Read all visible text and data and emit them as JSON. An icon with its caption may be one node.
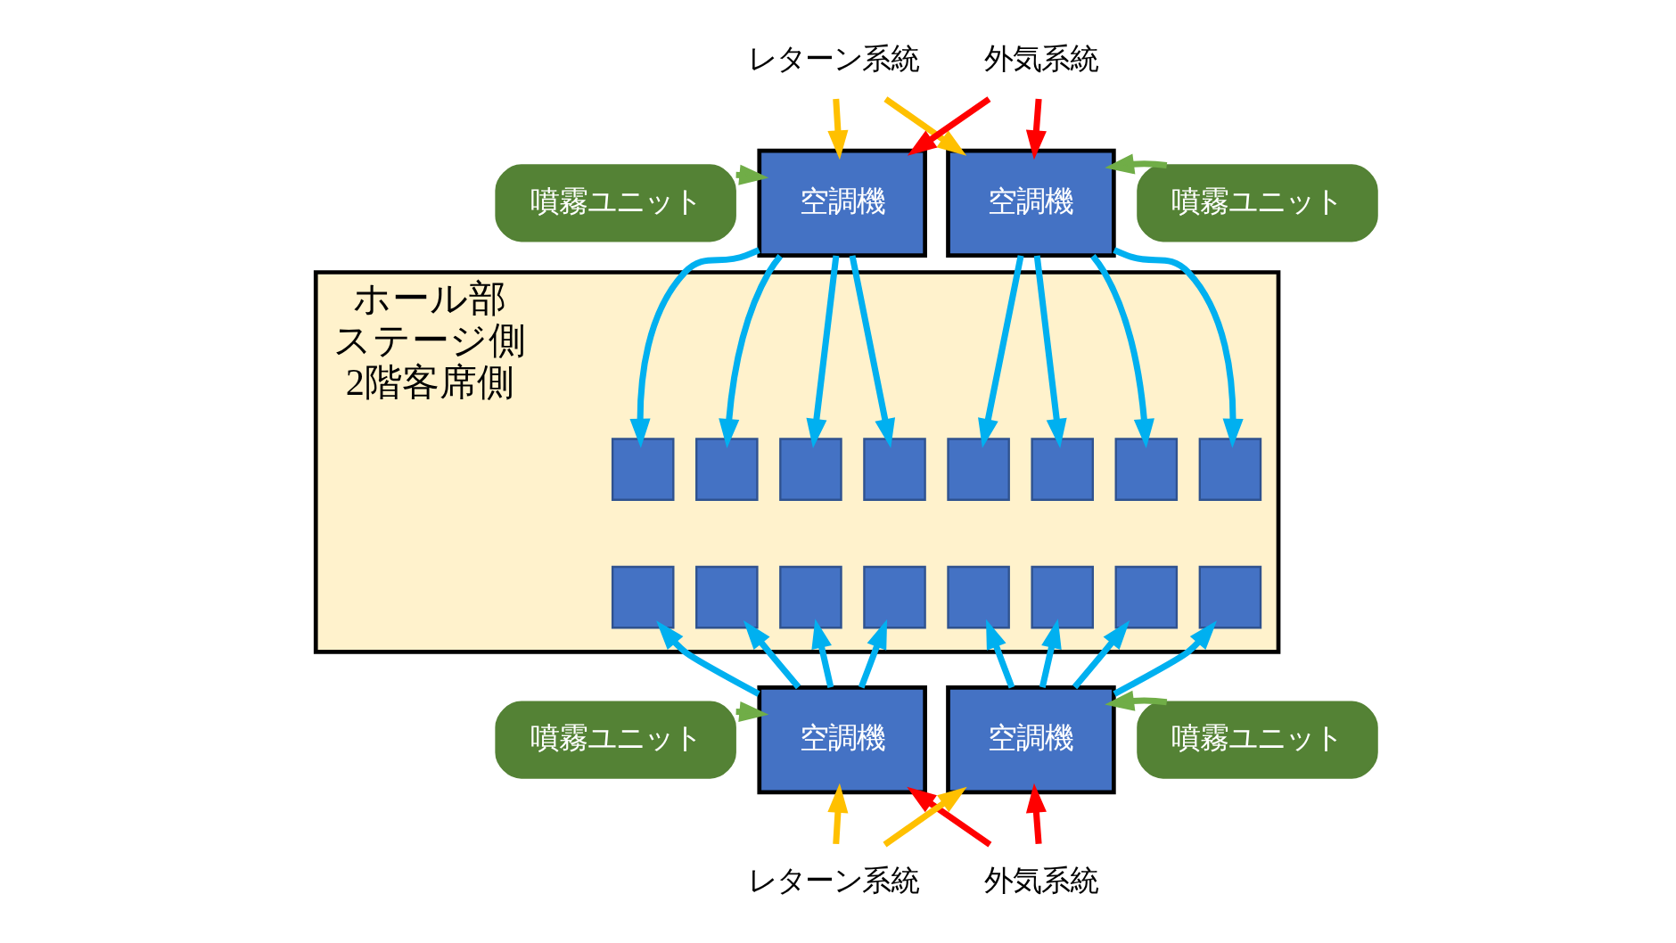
{
  "diagram": {
    "nodes": [
      {
        "text": [
          "レターン系統"
        ]
      },
      {
        "text": [
          "外気系統"
        ]
      },
      {
        "text": [
          "噴霧ユニット"
        ]
      },
      {
        "text": [
          "空調機"
        ]
      },
      {
        "text": [
          "空調機"
        ]
      },
      {
        "text": [
          "噴霧ユニット"
        ]
      },
      {
        "text": [
          "ホール部",
          "ステージ側",
          "2階客席側"
        ]
      },
      {
        "text": [],
        "shape": "box",
        "in": 6
      },
      {
        "text": [],
        "shape": "box",
        "in": 6
      },
      {
        "text": [],
        "shape": "box",
        "in": 6
      },
      {
        "text": [],
        "shape": "box",
        "in": 6
      },
      {
        "text": [],
        "shape": "box",
        "in": 6
      },
      {
        "text": [],
        "shape": "box",
        "in": 6
      },
      {
        "text": [],
        "shape": "box",
        "in": 6
      },
      {
        "text": [],
        "shape": "box",
        "in": 6
      },
      {
        "text": [],
        "shape": "box",
        "in": 6
      },
      {
        "text": [],
        "shape": "box",
        "in": 6
      },
      {
        "text": [],
        "shape": "box",
        "in": 6
      },
      {
        "text": [],
        "shape": "box",
        "in": 6
      },
      {
        "text": [],
        "shape": "box",
        "in": 6
      },
      {
        "text": [],
        "shape": "box",
        "in": 6
      },
      {
        "text": [],
        "shape": "box",
        "in": 6
      },
      {
        "text": [],
        "shape": "box",
        "in": 6
      },
      {
        "text": [
          "噴霧ユニット"
        ]
      },
      {
        "text": [
          "空調機"
        ]
      },
      {
        "text": [
          "空調機"
        ]
      },
      {
        "text": [
          "噴霧ユニット"
        ]
      },
      {
        "text": [
          "レターン系統"
        ]
      },
      {
        "text": [
          "外気系統"
        ]
      }
    ],
    "edges": [
      {
        "from": 0,
        "to": 3,
        "arrow": "to",
        "color": "#ffc000"
      },
      {
        "from": 0,
        "to": 4,
        "arrow": "to",
        "color": "#ffc000"
      },
      {
        "from": 1,
        "to": 3,
        "arrow": "to",
        "color": "#ff0000"
      },
      {
        "from": 1,
        "to": 4,
        "arrow": "to",
        "color": "#ff0000"
      },
      {
        "from": 2,
        "to": 3,
        "arrow": "to",
        "color": "#70ad47"
      },
      {
        "from": 5,
        "to": 4,
        "arrow": "to",
        "color": "#70ad47"
      },
      {
        "from": 3,
        "to": 7,
        "arrow": "to"
      },
      {
        "from": 3,
        "to": 8,
        "arrow": "to"
      },
      {
        "from": 3,
        "to": 9,
        "arrow": "to"
      },
      {
        "from": 3,
        "to": 10,
        "arrow": "to"
      },
      {
        "from": 4,
        "to": 11,
        "arrow": "to"
      },
      {
        "from": 4,
        "to": 12,
        "arrow": "to"
      },
      {
        "from": 4,
        "to": 13,
        "arrow": "to"
      },
      {
        "from": 4,
        "to": 14,
        "arrow": "to"
      },
      {
        "from": 24,
        "to": 15,
        "arrow": "to"
      },
      {
        "from": 24,
        "to": 16,
        "arrow": "to"
      },
      {
        "from": 24,
        "to": 17,
        "arrow": "to"
      },
      {
        "from": 24,
        "to": 18,
        "arrow": "to"
      },
      {
        "from": 25,
        "to": 19,
        "arrow": "to"
      },
      {
        "from": 25,
        "to": 20,
        "arrow": "to"
      },
      {
        "from": 25,
        "to": 21,
        "arrow": "to"
      },
      {
        "from": 25,
        "to": 22,
        "arrow": "to"
      },
      {
        "from": 23,
        "to": 24,
        "arrow": "to",
        "color": "#70ad47"
      },
      {
        "from": 26,
        "to": 25,
        "arrow": "to",
        "color": "#70ad47"
      },
      {
        "from": 27,
        "to": 24,
        "arrow": "to",
        "color": "#ffc000"
      },
      {
        "from": 27,
        "to": 25,
        "arrow": "to",
        "color": "#ffc000"
      },
      {
        "from": 28,
        "to": 24,
        "arrow": "to",
        "color": "#ff0000"
      },
      {
        "from": 28,
        "to": 25,
        "arrow": "to",
        "color": "#ff0000"
      }
    ]
  }
}
